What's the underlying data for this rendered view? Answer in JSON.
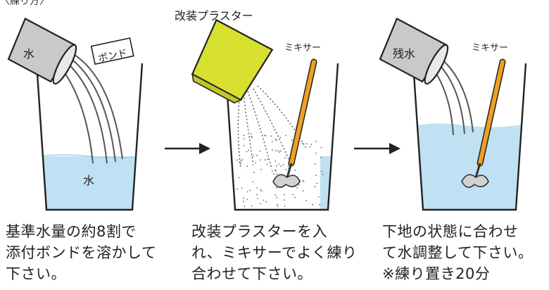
{
  "header": "〈練り方〉",
  "panel1": {
    "bucket_label": "水",
    "bond_label": "ボンド",
    "water_label": "水",
    "caption": "基準水量の約8割で\n添付ボンドを溶かして\n下さい。"
  },
  "panel2": {
    "bag_label": "改装プラスター",
    "mixer_label": "ミキサー",
    "caption": "改装プラスターを入\nれ、ミキサーでよく練り\n合わせて下さい。"
  },
  "panel3": {
    "bucket_label": "残水",
    "mixer_label": "ミキサー",
    "caption": "下地の状態に合わせ\nて水調整して下さい。\n※練り置き20分"
  },
  "colors": {
    "water": "#bfe1f3",
    "bag": "#d7e02f",
    "mixer": "#f0a020",
    "bucket": "#c9c9c9"
  }
}
